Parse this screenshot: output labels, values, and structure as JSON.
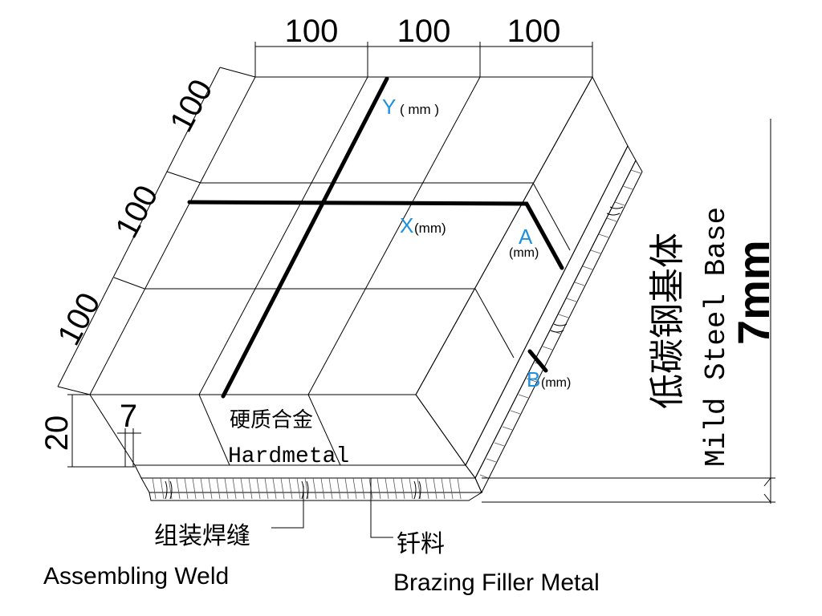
{
  "dimensions": {
    "top": [
      "100",
      "100",
      "100"
    ],
    "left": [
      "100",
      "100",
      "100"
    ],
    "thickness_20": "20",
    "gap_7": "7",
    "base_7mm": "7mm"
  },
  "axes": {
    "y_letter": "Y",
    "y_unit": "( mm )",
    "x_letter": "X",
    "x_unit": "(mm)",
    "a_letter": "A",
    "a_unit": "(mm)",
    "b_letter": "B",
    "b_unit": "(mm)"
  },
  "labels": {
    "hardmetal_cn": "硬质合金",
    "hardmetal_en": "Hardmetal",
    "weld_cn": "组装焊缝",
    "weld_en": "Assembling  Weld",
    "filler_cn": "钎料",
    "filler_en": "Brazing Filler Metal",
    "base_cn": "低碳钢基体",
    "base_en": "Mild Steel Base"
  },
  "colors": {
    "axis_label": "#1f8fe0",
    "line": "#000000"
  }
}
